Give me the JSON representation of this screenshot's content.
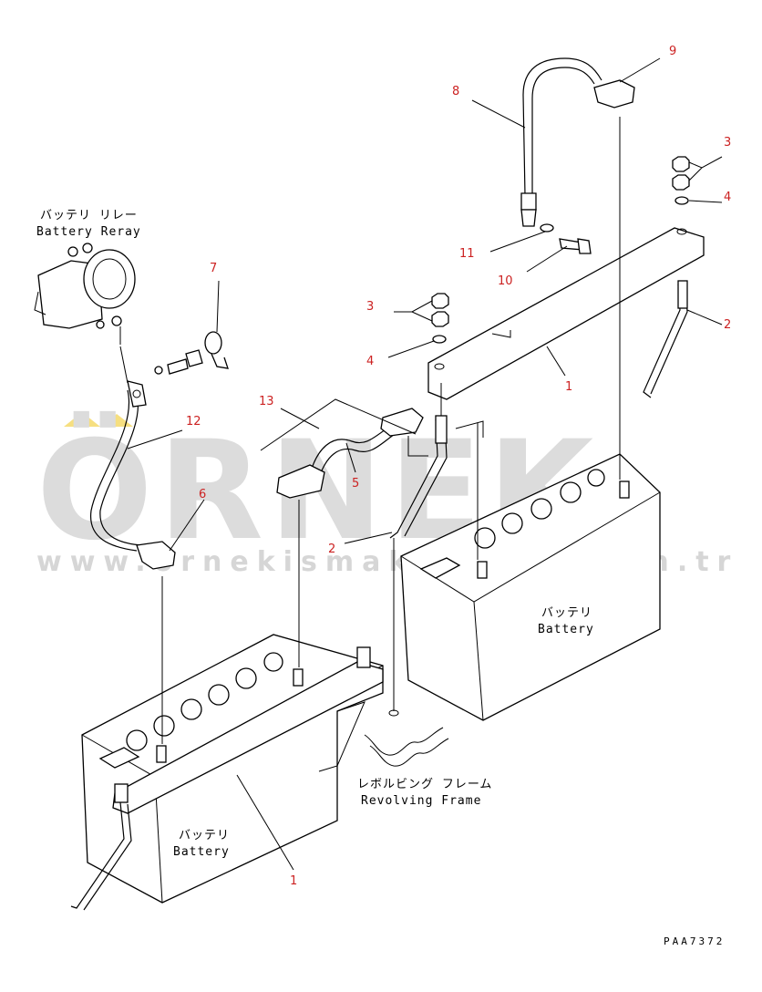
{
  "labels": {
    "relay_jp": "バッテリ リレー",
    "relay_en": "Battery Reray",
    "battery_top_jp": "バッテリ",
    "battery_top_en": "Battery",
    "battery_bottom_jp": "バッテリ",
    "battery_bottom_en": "Battery",
    "frame_jp": "レボルビング フレーム",
    "frame_en": "Revolving Frame",
    "drawing_code": "PAA7372"
  },
  "callouts": {
    "n9": "9",
    "n8": "8",
    "n3a": "3",
    "n4a": "4",
    "n11": "11",
    "n10": "10",
    "n7": "7",
    "n3b": "3",
    "n4b": "4",
    "n1a": "1",
    "n2a": "2",
    "n12": "12",
    "n13": "13",
    "n5": "5",
    "n6": "6",
    "n2b": "2",
    "n1b": "1"
  },
  "watermark": {
    "brand": "ÖRNEK",
    "url": "www.ornekismakinalari.com.tr"
  },
  "colors": {
    "callout": "#cc2222",
    "watermark": "#dcdcdc",
    "watermark_accent": "#f2d14a",
    "line": "#000000"
  }
}
